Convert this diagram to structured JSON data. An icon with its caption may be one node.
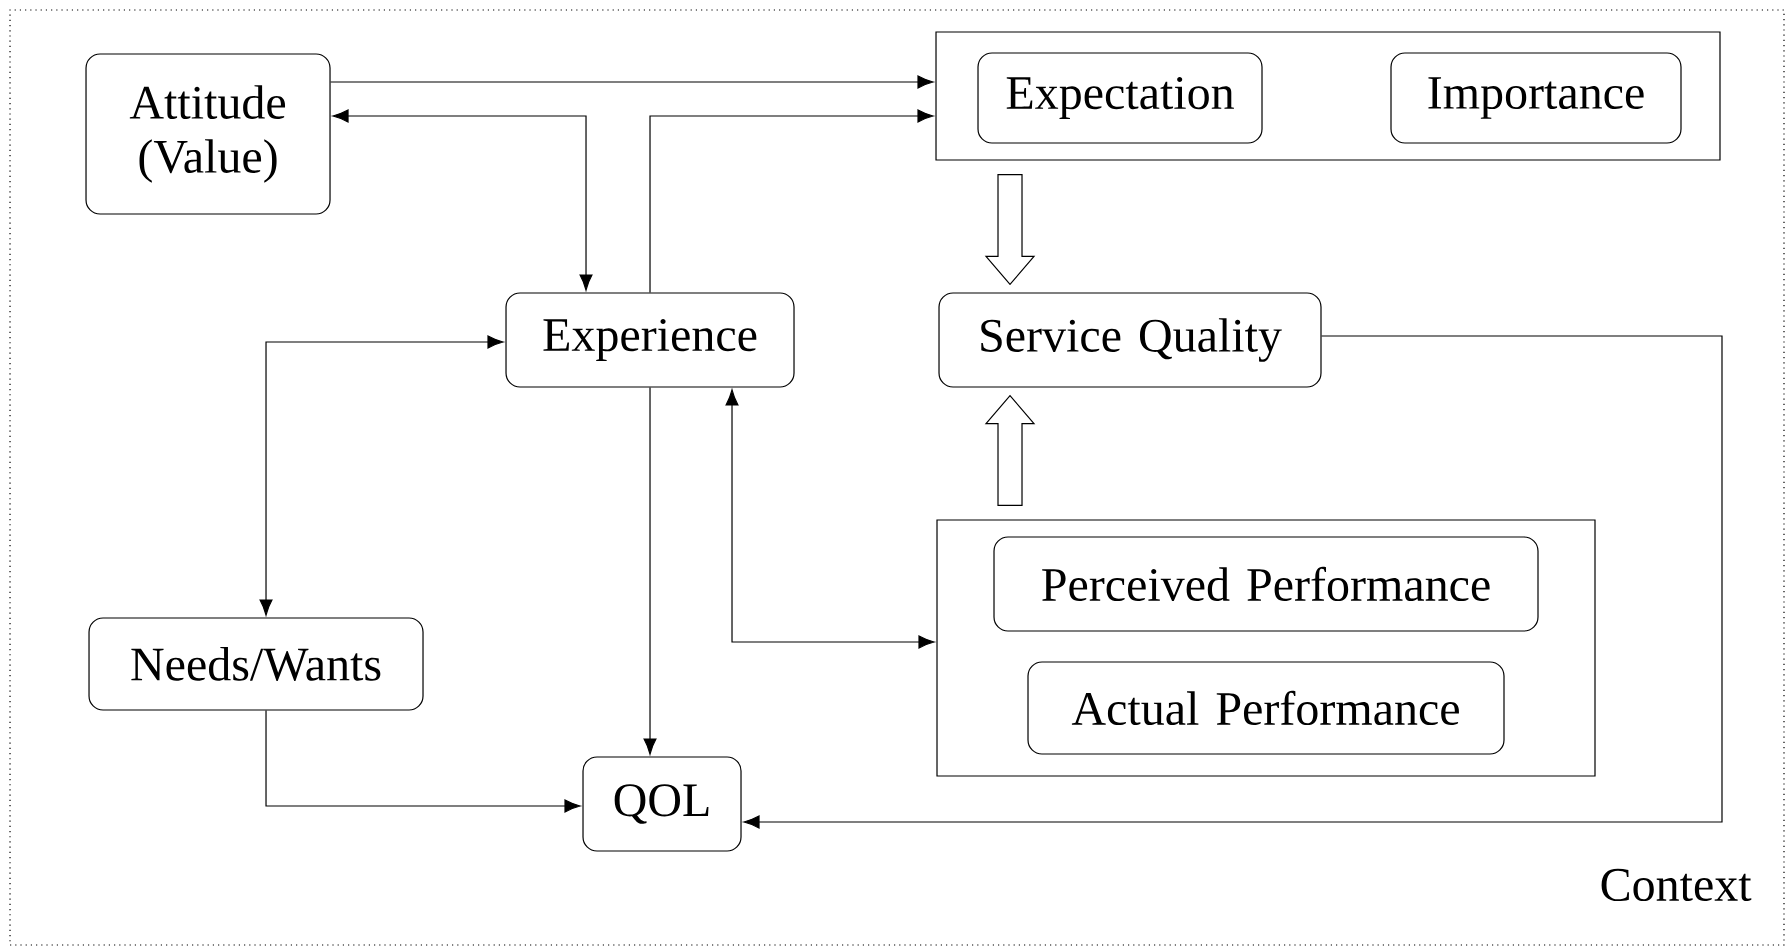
{
  "diagram": {
    "nodes": [
      {
        "text": [
          "Context"
        ]
      },
      {
        "text": [
          "Attitude (Value)"
        ],
        "in": 0
      },
      {
        "text": [],
        "shape": "box",
        "in": 0
      },
      {
        "text": [
          "Expectation"
        ],
        "in": 2
      },
      {
        "text": [
          "Importance"
        ],
        "in": 2
      },
      {
        "text": [
          "Experience"
        ],
        "in": 0
      },
      {
        "text": [
          "Service Quality"
        ],
        "in": 0
      },
      {
        "text": [
          "Needs/Wants"
        ],
        "in": 0
      },
      {
        "text": [],
        "shape": "box",
        "in": 0
      },
      {
        "text": [
          "Perceived Performance"
        ],
        "in": 8
      },
      {
        "text": [
          "Actual Performance"
        ],
        "in": 8
      },
      {
        "text": [
          "QOL"
        ],
        "in": 0
      }
    ],
    "edges": [
      {
        "from": 1,
        "to": 2,
        "arrow": "to"
      },
      {
        "from": 5,
        "to": 1,
        "arrow": "both"
      },
      {
        "from": 5,
        "to": 2,
        "arrow": "to"
      },
      {
        "from": 5,
        "to": 7,
        "arrow": "both"
      },
      {
        "from": 5,
        "to": 11,
        "arrow": "to"
      },
      {
        "from": 5,
        "to": 8,
        "arrow": "both"
      },
      {
        "from": 7,
        "to": 11,
        "arrow": "to"
      },
      {
        "from": 6,
        "to": 11,
        "arrow": "to"
      },
      {
        "from": 2,
        "to": 6,
        "arrow": "to",
        "style": "thick"
      },
      {
        "from": 8,
        "to": 6,
        "arrow": "to",
        "style": "thick"
      }
    ]
  }
}
